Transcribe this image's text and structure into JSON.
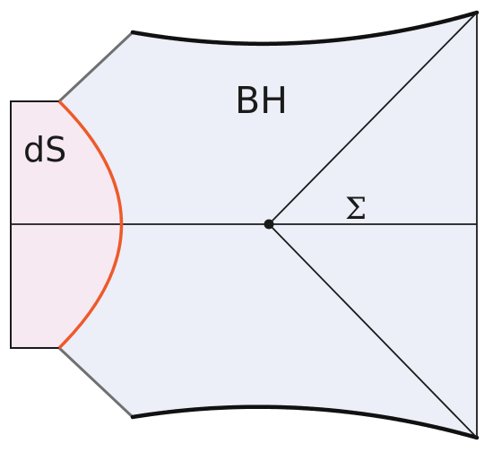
{
  "diagram": {
    "labels": {
      "bh": "BH",
      "ds": "dS",
      "sigma": "Σ"
    },
    "colors": {
      "bh_region_fill": "#eceef8",
      "ds_region_fill": "#f6e9f2",
      "horizon_curve": "#ee5a2a",
      "outline": "#1a1a1a",
      "diagonal_edge": "#707070",
      "singularity_edge": "#111111"
    }
  }
}
